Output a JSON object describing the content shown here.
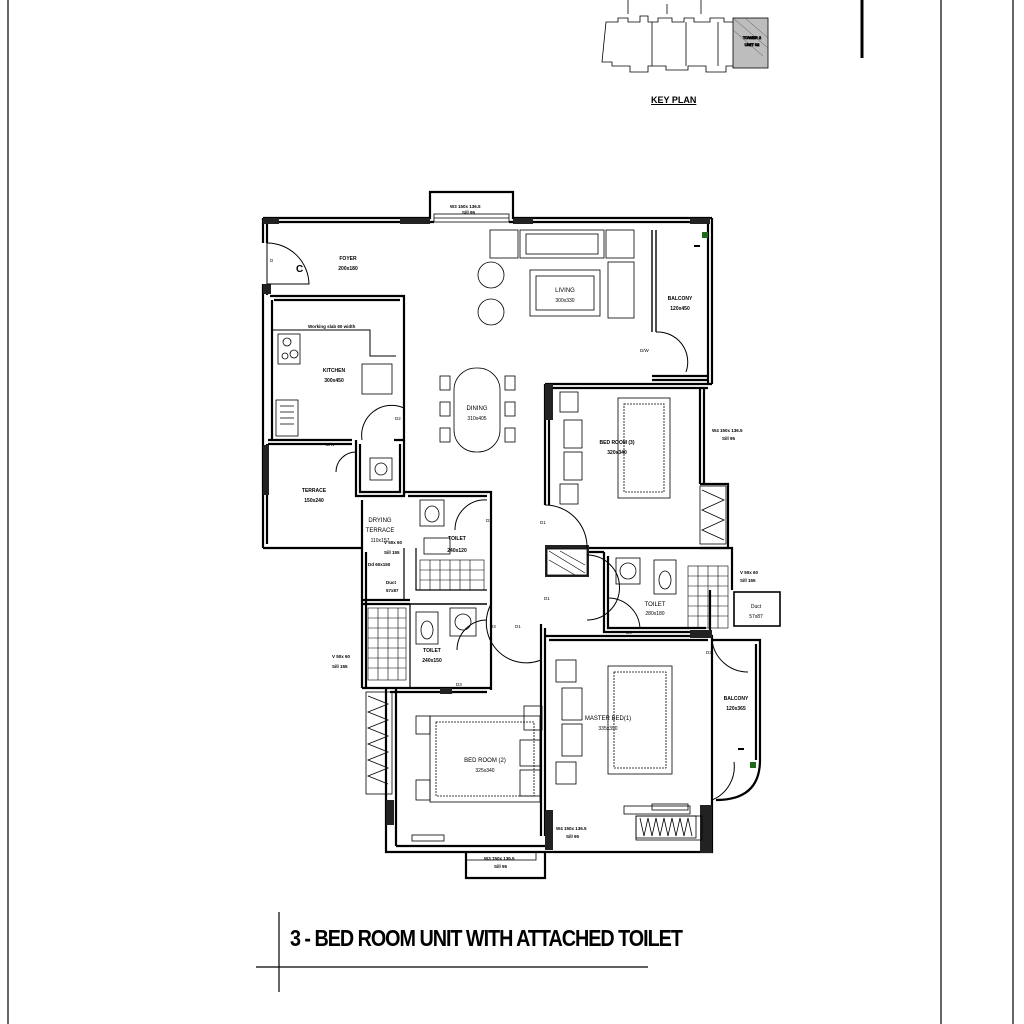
{
  "key_plan": {
    "label": "KEY PLAN",
    "inset_label": "TOWER 2\nUNIT 02"
  },
  "title": "3 - BED ROOM UNIT WITH ATTACHED TOILET",
  "rooms": [
    {
      "id": "foyer",
      "name": "FOYER",
      "size": "200x180"
    },
    {
      "id": "living",
      "name": "LIVING",
      "size": "300x330"
    },
    {
      "id": "balcony-top",
      "name": "BALCONY",
      "size": "120x450"
    },
    {
      "id": "kitchen",
      "name": "KITCHEN",
      "size": "300x450"
    },
    {
      "id": "dining",
      "name": "DINING",
      "size": "310x405"
    },
    {
      "id": "bedroom3",
      "name": "BED ROOM (3)",
      "size": "320x340"
    },
    {
      "id": "terrace",
      "name": "TERRACE",
      "size": "150x240"
    },
    {
      "id": "drying",
      "name": "DRYING\nTERRACE",
      "size": "110x157"
    },
    {
      "id": "toilet-small",
      "name": "TOILET",
      "size": "240x120"
    },
    {
      "id": "toilet-right",
      "name": "TOILET",
      "size": "280x180"
    },
    {
      "id": "duct-right",
      "name": "Duct",
      "size": "57x87"
    },
    {
      "id": "toilet-lower",
      "name": "TOILET",
      "size": "240x150"
    },
    {
      "id": "master",
      "name": "MASTER BED(1)",
      "size": "335x390"
    },
    {
      "id": "bedroom2",
      "name": "BED ROOM (2)",
      "size": "325x340"
    },
    {
      "id": "balcony-right",
      "name": "BALCONY",
      "size": "120x365"
    }
  ],
  "annotations": {
    "w3_top": "W3 150x 136.5",
    "sill_top": "Sill 95",
    "w4_right": "W4 150x 136.5",
    "sill_right": "Sill 95",
    "v1": "V 50x 60",
    "v1_sill": "Sill 155",
    "v2": "V 50x 60",
    "v2_sill": "Sill 155",
    "v3": "V 50x 60",
    "v3_sill": "Sill 155",
    "w4_bottom": "W4 150x 136.5",
    "sill_bottom": "Sill 95",
    "w5_bottom": "W3 150x 136.5",
    "sill_bottom2": "Sill 95",
    "working_slab": "Working slab 60 width",
    "duct_small": "Duct",
    "duct_small_size": "57x87",
    "d": "D",
    "d2": "D2",
    "d1a": "D1",
    "d1b": "D1",
    "d1c": "D1",
    "d3a": "D3",
    "d3b": "D3",
    "d3c": "D3",
    "d3d": "D3",
    "d3e": "D3",
    "dw": "D/W",
    "dwbox": "D/W",
    "c": "C",
    "dd": "Dd 60x150"
  }
}
